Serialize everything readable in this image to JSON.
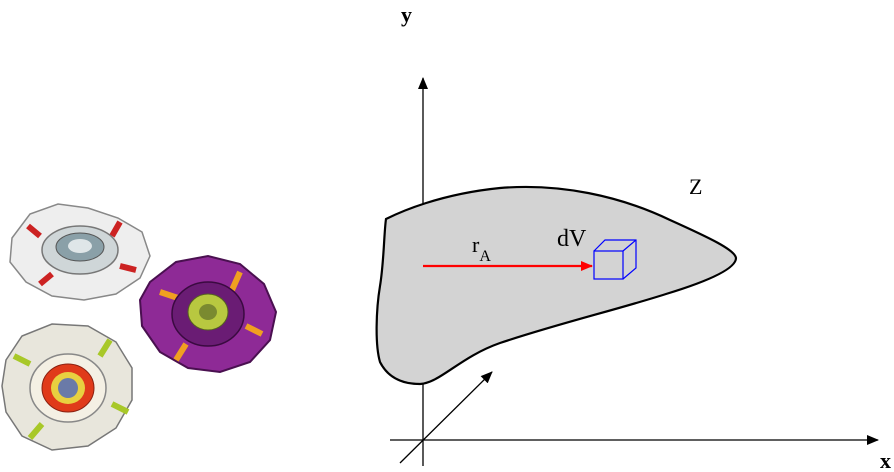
{
  "axes": {
    "y_label": "y",
    "x_label": "x"
  },
  "body_label": "Z",
  "position_vector": {
    "symbol": "r",
    "subscript": "A"
  },
  "volume_element_label": "dV",
  "colors": {
    "body_fill": "#d3d3d3",
    "position_vector": "#ff0000",
    "volume_element": "#0000ff",
    "axes": "#000000"
  },
  "illustration": {
    "description_icon": "spinning-tops-icon",
    "count": 3,
    "colors": [
      "#ffffff",
      "#8e2a96",
      "#e8e6dc"
    ]
  }
}
